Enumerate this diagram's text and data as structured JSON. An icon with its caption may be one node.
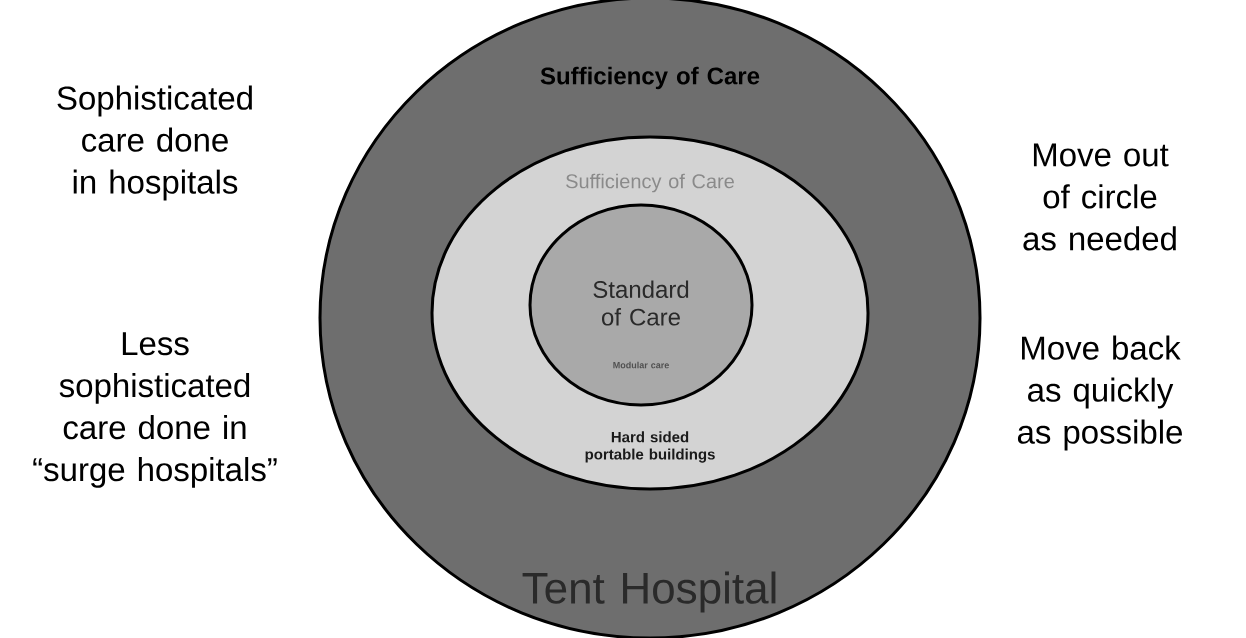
{
  "diagram": {
    "nodes": [
      {
        "text": [
          "Sufficiency of Care",
          "Tent Hospital"
        ]
      },
      {
        "text": [
          "Sufficiency of Care",
          "Hard sided portable buildings"
        ],
        "in": 0
      },
      {
        "text": [
          "Standard of Care",
          "Modular care"
        ],
        "in": 1
      }
    ],
    "labels": [
      "Sophisticated care done in hospitals",
      "Less sophisticated care done in “surge hospitals”",
      "Move out of circle as needed",
      "Move back as quickly as possible"
    ]
  }
}
